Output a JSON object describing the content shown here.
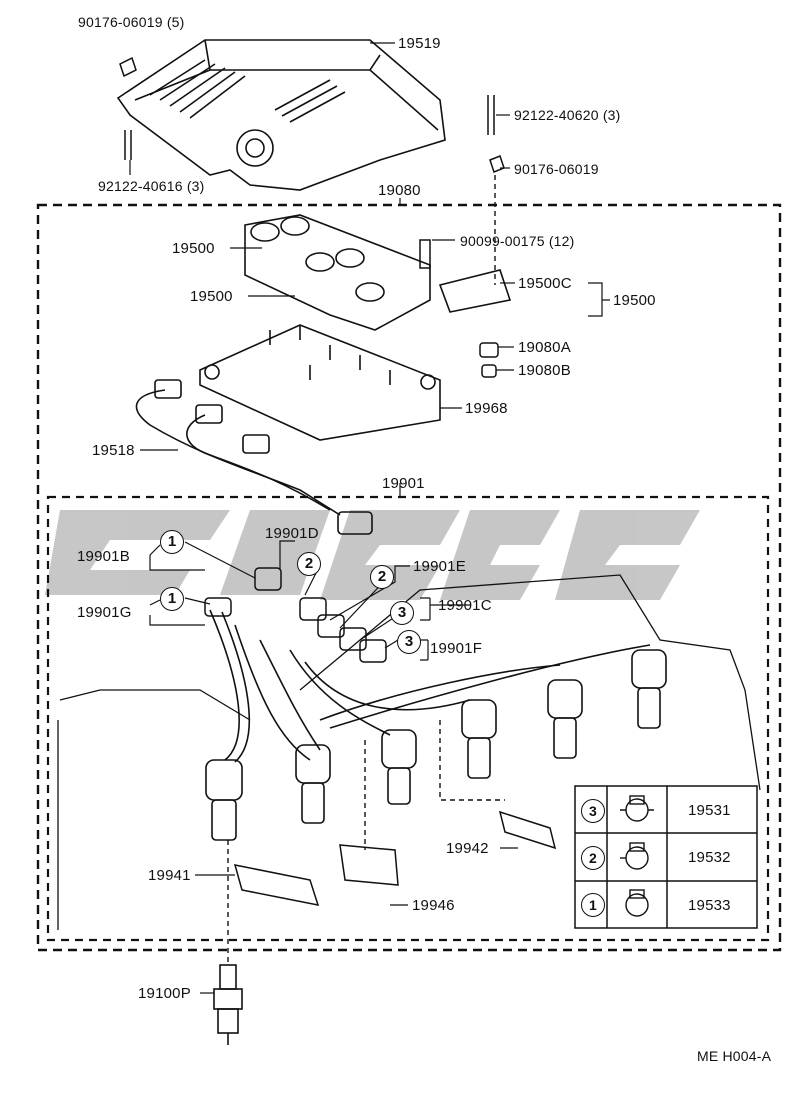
{
  "labels": {
    "p90176_06019_5": "90176-06019 (5)",
    "p19519": "19519",
    "p92122_40620": "92122-40620 (3)",
    "p90176_06019": "90176-06019",
    "p92122_40616": "92122-40616 (3)",
    "p19080": "19080",
    "p90099_00175": "90099-00175 (12)",
    "p19500a": "19500",
    "p19500b": "19500",
    "p19500c": "19500C",
    "p19500_group": "19500",
    "p19080a": "19080A",
    "p19080b": "19080B",
    "p19968": "19968",
    "p19518": "19518",
    "p19901": "19901",
    "p19901d": "19901D",
    "p19901b": "19901B",
    "p19901e": "19901E",
    "p19901g": "19901G",
    "p19901c": "19901C",
    "p19901f": "19901F",
    "p19942": "19942",
    "p19941": "19941",
    "p19946": "19946",
    "p19100p": "19100P",
    "code": "ME H004-A"
  },
  "callouts": {
    "c1a": "1",
    "c1b": "1",
    "c2a": "2",
    "c2b": "2",
    "c3a": "3",
    "c3b": "3"
  },
  "legend": [
    {
      "num": "3",
      "part": "19531"
    },
    {
      "num": "2",
      "part": "19532"
    },
    {
      "num": "1",
      "part": "19533"
    }
  ],
  "watermark_color": "#bdbdbd"
}
